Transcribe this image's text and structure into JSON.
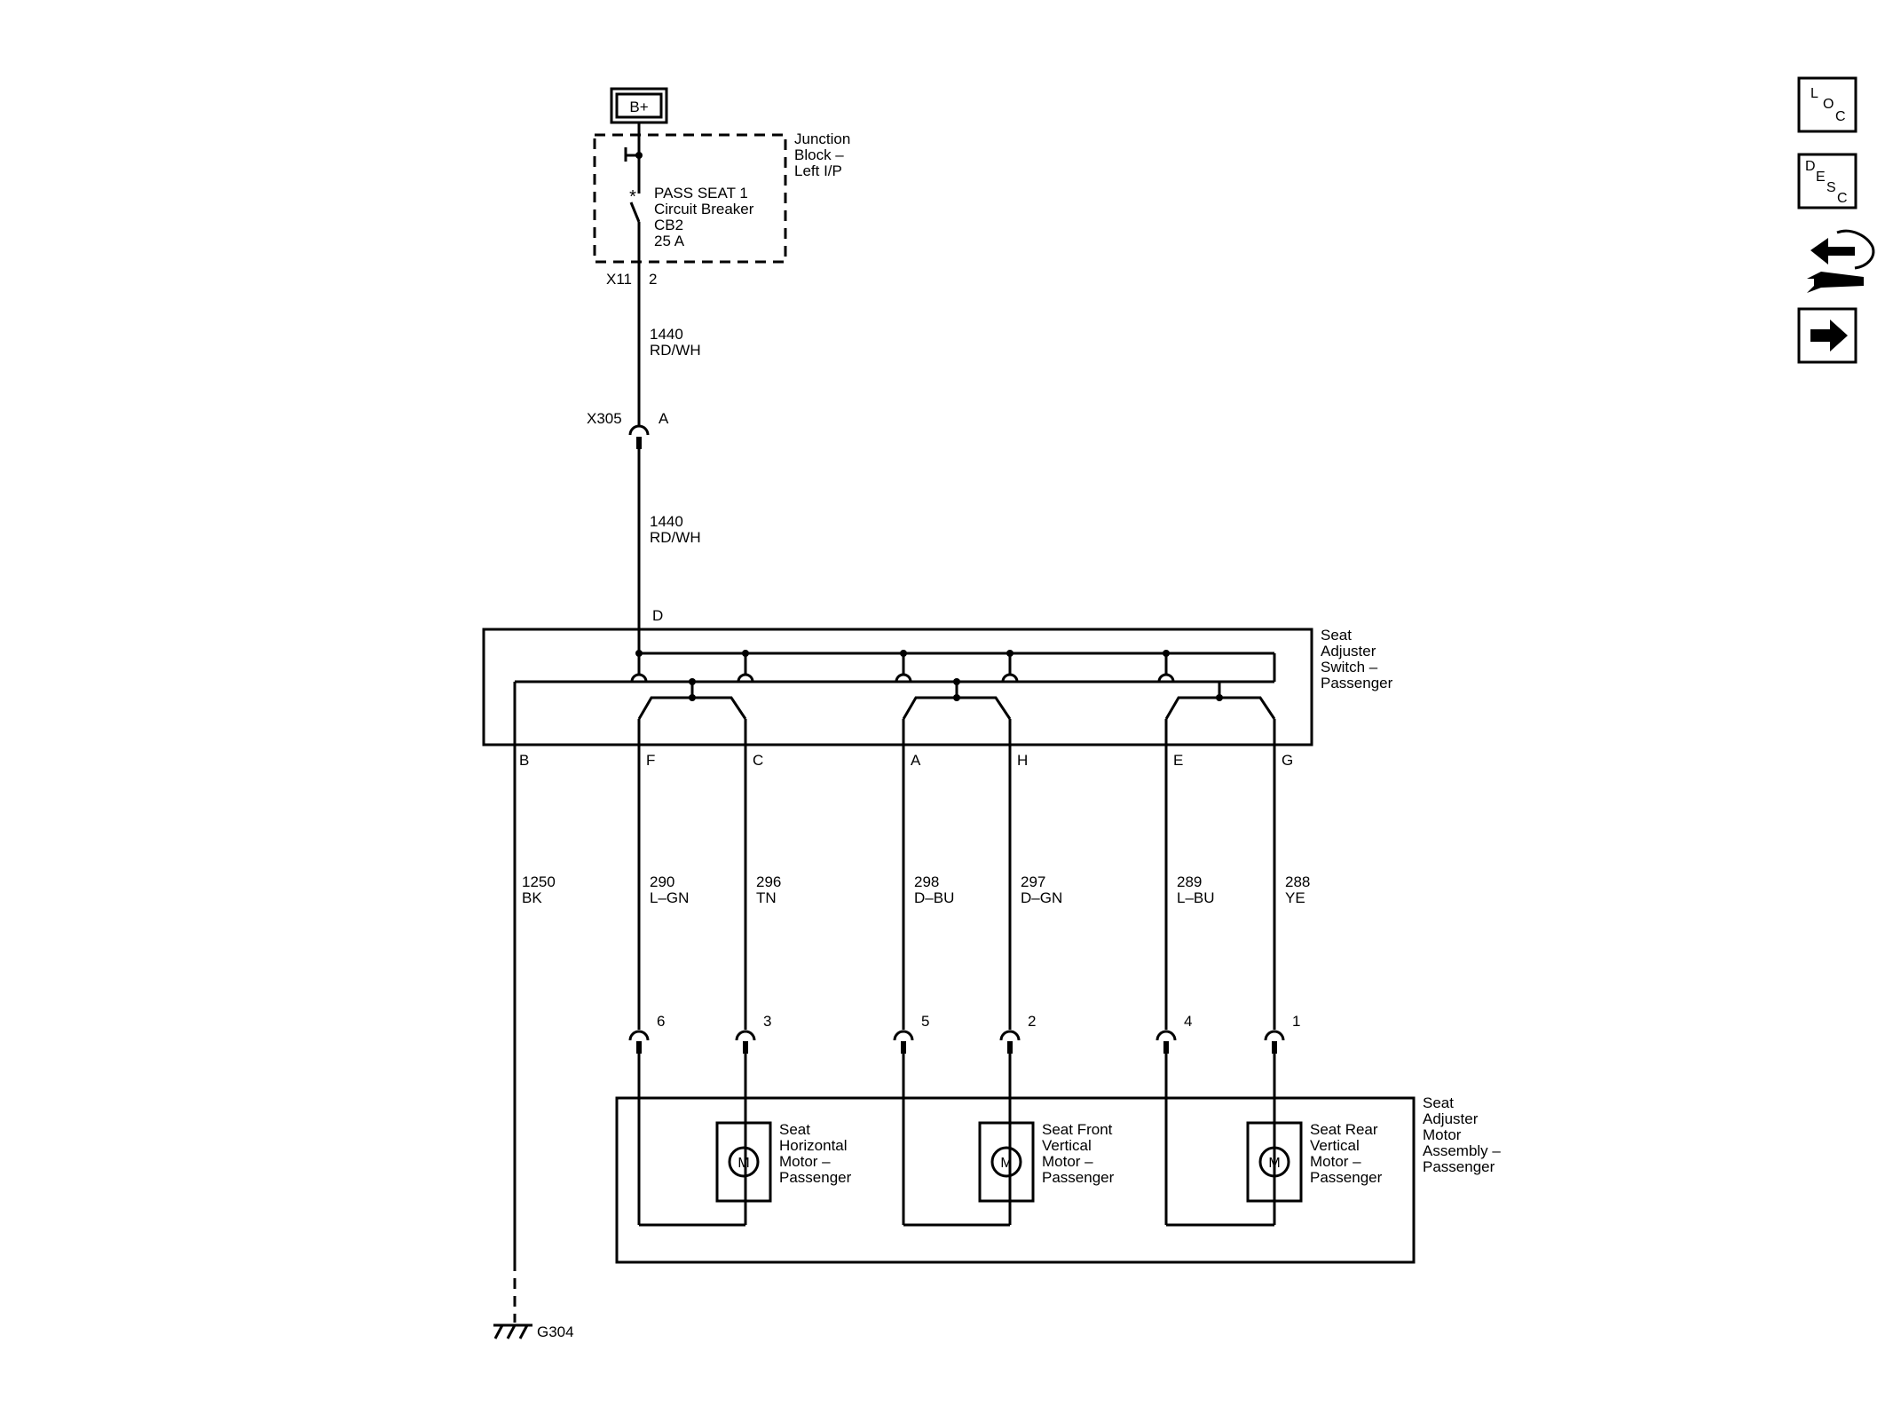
{
  "power": {
    "label": "B+"
  },
  "junction_block": {
    "name": [
      "Junction",
      "Block –",
      "Left I/P"
    ],
    "breaker": [
      "PASS SEAT 1",
      "Circuit Breaker",
      "CB2",
      "25 A"
    ],
    "connector": "X11",
    "pin": "2"
  },
  "feed_wire": {
    "circuit": "1440",
    "color": "RD/WH"
  },
  "inline_connector": {
    "name": "X305",
    "pin": "A"
  },
  "feed_wire_2": {
    "circuit": "1440",
    "color": "RD/WH"
  },
  "switch": {
    "name": [
      "Seat",
      "Adjuster",
      "Switch –",
      "Passenger"
    ],
    "input_pin": "D",
    "pins": [
      "B",
      "F",
      "C",
      "A",
      "H",
      "E",
      "G"
    ]
  },
  "wires": [
    {
      "circuit": "1250",
      "color": "BK"
    },
    {
      "circuit": "290",
      "color": "L–GN"
    },
    {
      "circuit": "296",
      "color": "TN"
    },
    {
      "circuit": "298",
      "color": "D–BU"
    },
    {
      "circuit": "297",
      "color": "D–GN"
    },
    {
      "circuit": "289",
      "color": "L–BU"
    },
    {
      "circuit": "288",
      "color": "YE"
    }
  ],
  "motor_pins": [
    "6",
    "3",
    "5",
    "2",
    "4",
    "1"
  ],
  "motor_assembly": {
    "name": [
      "Seat",
      "Adjuster",
      "Motor",
      "Assembly –",
      "Passenger"
    ],
    "motor_symbol": "M",
    "motors": [
      {
        "name": [
          "Seat",
          "Horizontal",
          "Motor –",
          "Passenger"
        ]
      },
      {
        "name": [
          "Seat Front",
          "Vertical",
          "Motor –",
          "Passenger"
        ]
      },
      {
        "name": [
          "Seat Rear",
          "Vertical",
          "Motor –",
          "Passenger"
        ]
      }
    ]
  },
  "ground": {
    "label": "G304"
  },
  "side_icons": [
    {
      "name": "loc-icon",
      "letters": [
        "L",
        "O",
        "C"
      ]
    },
    {
      "name": "desc-icon",
      "letters": [
        "D",
        "E",
        "S",
        "C"
      ]
    },
    {
      "name": "connector-tool-icon"
    },
    {
      "name": "next-arrow-icon"
    }
  ]
}
